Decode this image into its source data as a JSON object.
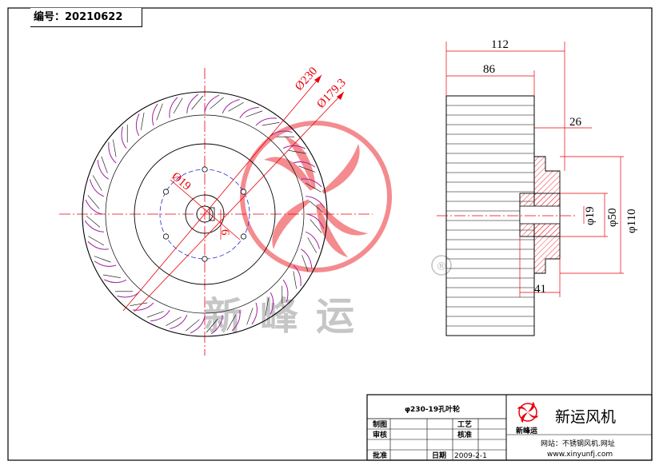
{
  "header": {
    "code_label": "编号：20210622"
  },
  "front_view": {
    "dims": {
      "outer_diameter": "Ø230",
      "inner_diameter": "Ø179.3",
      "bore": "Ø19",
      "keyway": "6"
    },
    "blade_count": 36,
    "bolt_holes": 6
  },
  "side_view": {
    "dims": {
      "overall_width": "112",
      "blade_width": "86",
      "hub_offset": "26",
      "bore": "φ19",
      "hub_dia": "φ50",
      "flange_dia": "φ110",
      "hub_length": "41"
    }
  },
  "watermark": {
    "text": "新峰运",
    "registered": "®",
    "color": "#e8000a"
  },
  "title_block": {
    "title": "φ230-19孔叶轮",
    "label_draft": "制图",
    "label_process": "工艺",
    "label_review": "审核",
    "label_check": "核准",
    "label_approve": "批准",
    "label_date": "日期",
    "date": "2009-2-1",
    "company": "新运风机",
    "logo_text": "新峰运",
    "website_label": "网站：不锈钢风机.网址",
    "website_url": "www.xinyunfj.com"
  }
}
